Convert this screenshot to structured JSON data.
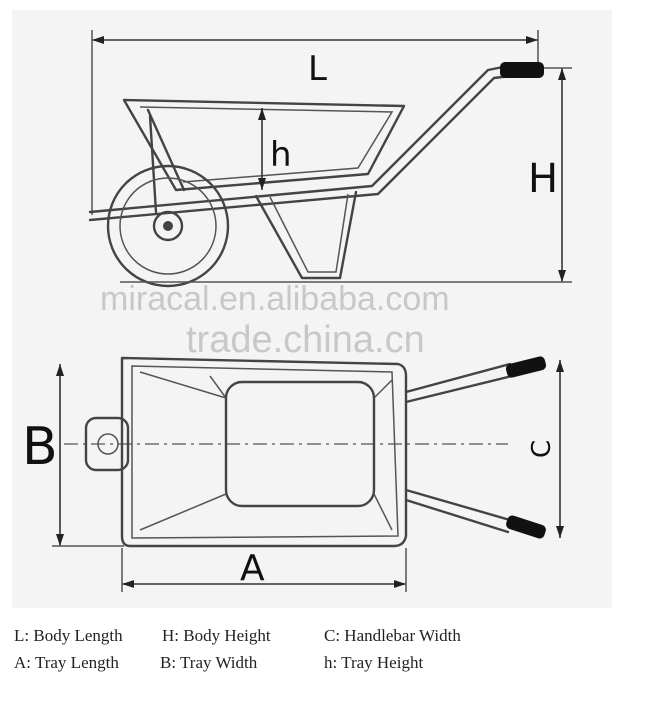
{
  "labels": {
    "L": "L",
    "H": "H",
    "h": "h",
    "B": "B",
    "C": "C",
    "A": "A"
  },
  "watermarks": {
    "top": "miracal.en.alibaba.com",
    "bottom": "trade.china.cn"
  },
  "legend": {
    "row1": [
      "L: Body Length",
      "H: Body Height",
      "C: Handlebar Width"
    ],
    "row2": [
      "A: Tray Length",
      "B: Tray Width",
      "h: Tray Height"
    ]
  },
  "colors": {
    "line": "#444444",
    "panel": "#f4f4f4",
    "grip": "#111111"
  }
}
